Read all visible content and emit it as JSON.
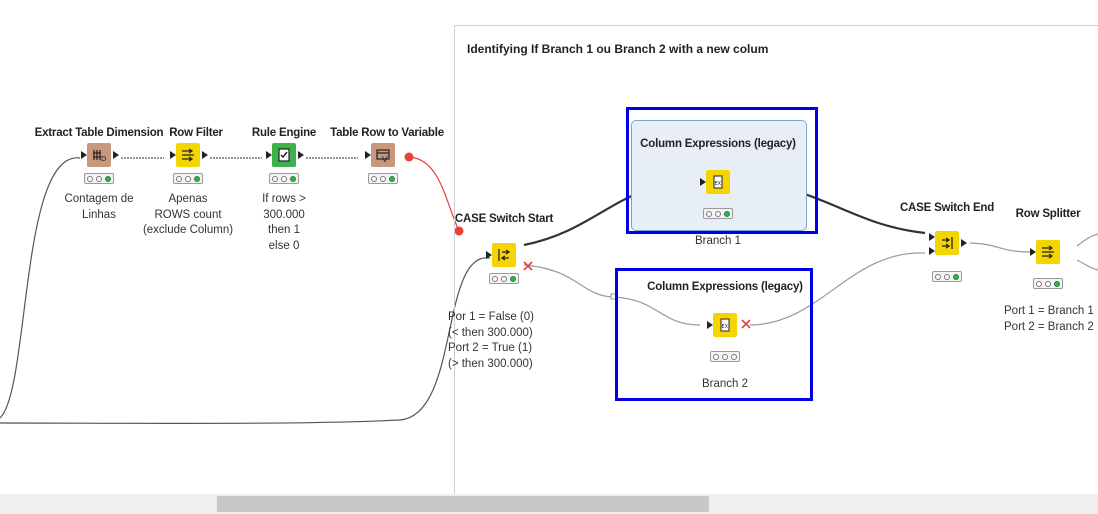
{
  "annotation": {
    "title": "Identifying If Branch 1 ou Branch 2 with a new colum"
  },
  "nodes": {
    "extract": {
      "title": "Extract Table Dimension",
      "label": "Contagem de\nLinhas",
      "color": "#c8987c",
      "icon": "table-dimension-icon"
    },
    "row_filter": {
      "title": "Row Filter",
      "label": "Apenas\nROWS count\n(exclude Column)",
      "color": "#f5d500",
      "icon": "row-filter-icon"
    },
    "rule_engine": {
      "title": "Rule Engine",
      "label": "If rows >\n300.000\nthen 1\nelse 0",
      "color": "#3fb14a",
      "icon": "rule-engine-icon"
    },
    "row_to_var": {
      "title": "Table Row to Variable",
      "label": "",
      "color": "#c8987c",
      "icon": "row-to-variable-icon"
    },
    "case_start": {
      "title": "CASE Switch Start",
      "label": "Por 1 = False (0)\n(< then 300.000)\nPort 2 = True (1)\n(> then 300.000)",
      "color": "#f5d500",
      "icon": "case-switch-start-icon"
    },
    "col_expr_1": {
      "title": "Column Expressions (legacy)",
      "label": "Branch 1",
      "color": "#f5d500",
      "icon": "column-expression-icon"
    },
    "col_expr_2": {
      "title": "Column Expressions (legacy)",
      "label": "Branch 2",
      "color": "#f5d500",
      "icon": "column-expression-icon"
    },
    "case_end": {
      "title": "CASE Switch End",
      "label": "",
      "color": "#f5d500",
      "icon": "case-switch-end-icon"
    },
    "row_splitter": {
      "title": "Row Splitter",
      "label": "Port 1 = Branch 1\nPort 2 = Branch 2",
      "color": "#f5d500",
      "icon": "row-splitter-icon"
    }
  },
  "colors": {
    "selection": "#0000e6",
    "variable_link": "#e8413a",
    "active_link": "#333333",
    "inactive_link": "#9a9a9a"
  }
}
